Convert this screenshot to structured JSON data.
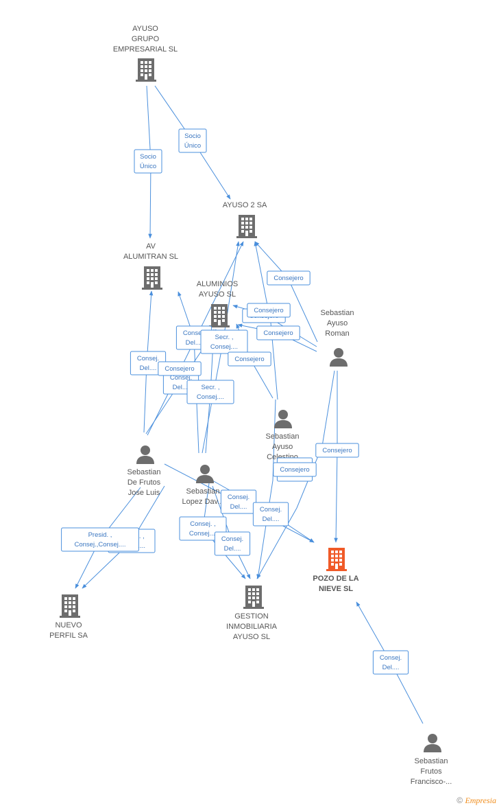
{
  "colors": {
    "edge": "#4a8fdc",
    "company": "#6d6d6d",
    "company_focus": "#f05a28",
    "person": "#6d6d6d"
  },
  "nodes": [
    {
      "id": "ayuso_grupo",
      "type": "company",
      "label": [
        "AYUSO",
        "GRUPO",
        "EMPRESARIAL SL"
      ],
      "icon": "building-icon"
    },
    {
      "id": "ayuso2",
      "type": "company",
      "label": [
        "AYUSO 2 SA"
      ],
      "icon": "building-icon"
    },
    {
      "id": "av_alumitran",
      "type": "company",
      "label": [
        "AV",
        "ALUMITRAN SL"
      ],
      "icon": "building-icon"
    },
    {
      "id": "aluminios",
      "type": "company",
      "label": [
        "ALUMINIOS",
        "AYUSO SL"
      ],
      "icon": "building-icon"
    },
    {
      "id": "s_roman",
      "type": "person",
      "label": [
        "Sebastian",
        "Ayuso",
        "Roman"
      ],
      "icon": "person-icon"
    },
    {
      "id": "s_celestino",
      "type": "person",
      "label": [
        "Sebastian",
        "Ayuso",
        "Celestino"
      ],
      "icon": "person-icon"
    },
    {
      "id": "s_frutos_jose",
      "type": "person",
      "label": [
        "Sebastian",
        "De Frutos",
        "Jose Luis"
      ],
      "icon": "person-icon"
    },
    {
      "id": "s_lopez",
      "type": "person",
      "label": [
        "Sebastian",
        "Lopez Dav..."
      ],
      "icon": "person-icon"
    },
    {
      "id": "pozo",
      "type": "company",
      "focus": true,
      "label": [
        "POZO DE LA",
        "NIEVE SL"
      ],
      "icon": "building-icon"
    },
    {
      "id": "gestion",
      "type": "company",
      "label": [
        "GESTION",
        "INMOBILIARIA",
        "AYUSO SL"
      ],
      "icon": "building-icon"
    },
    {
      "id": "nuevo",
      "type": "company",
      "label": [
        "NUEVO",
        "PERFIL SA"
      ],
      "icon": "building-icon"
    },
    {
      "id": "s_frutos_francisco",
      "type": "person",
      "label": [
        "Sebastian",
        "Frutos",
        "Francisco-..."
      ],
      "icon": "person-icon"
    }
  ],
  "edges": [
    {
      "label": [
        "Socio",
        "Único"
      ]
    },
    {
      "label": [
        "Socio",
        "Único"
      ]
    },
    {
      "label": [
        "Consejero"
      ]
    },
    {
      "label": [
        "Consejero"
      ]
    },
    {
      "label": [
        "Consejero"
      ]
    },
    {
      "label": [
        "Consejero"
      ]
    },
    {
      "label": [
        "Consej.",
        "Del...."
      ]
    },
    {
      "label": [
        "Secr. ,",
        "Consej...."
      ]
    },
    {
      "label": [
        "Consej.",
        "Del...."
      ]
    },
    {
      "label": [
        "Consej.",
        "Del...."
      ]
    },
    {
      "label": [
        "Consejero"
      ]
    },
    {
      "label": [
        "Secr. ,",
        "Consej...."
      ]
    },
    {
      "label": [
        "Consej.",
        "Del...."
      ]
    },
    {
      "label": [
        "Consejero"
      ]
    },
    {
      "label": [
        "Consejero"
      ]
    },
    {
      "label": [
        "Consejero"
      ]
    },
    {
      "label": [
        "Consej.",
        "Del...."
      ]
    },
    {
      "label": [
        "Consej.",
        "Del...."
      ]
    },
    {
      "label": [
        "Consej. ,",
        "Consej...."
      ]
    },
    {
      "label": [
        "Consej.",
        "Del...."
      ]
    },
    {
      "label": [
        "Consej. ,",
        "Consej...."
      ]
    },
    {
      "label": [
        "Presid. ,",
        "Consej.,Consej...."
      ]
    },
    {
      "label": [
        "Consej.",
        "Del...."
      ]
    }
  ],
  "footer": {
    "copyright": "©",
    "brand": "Empresia"
  }
}
